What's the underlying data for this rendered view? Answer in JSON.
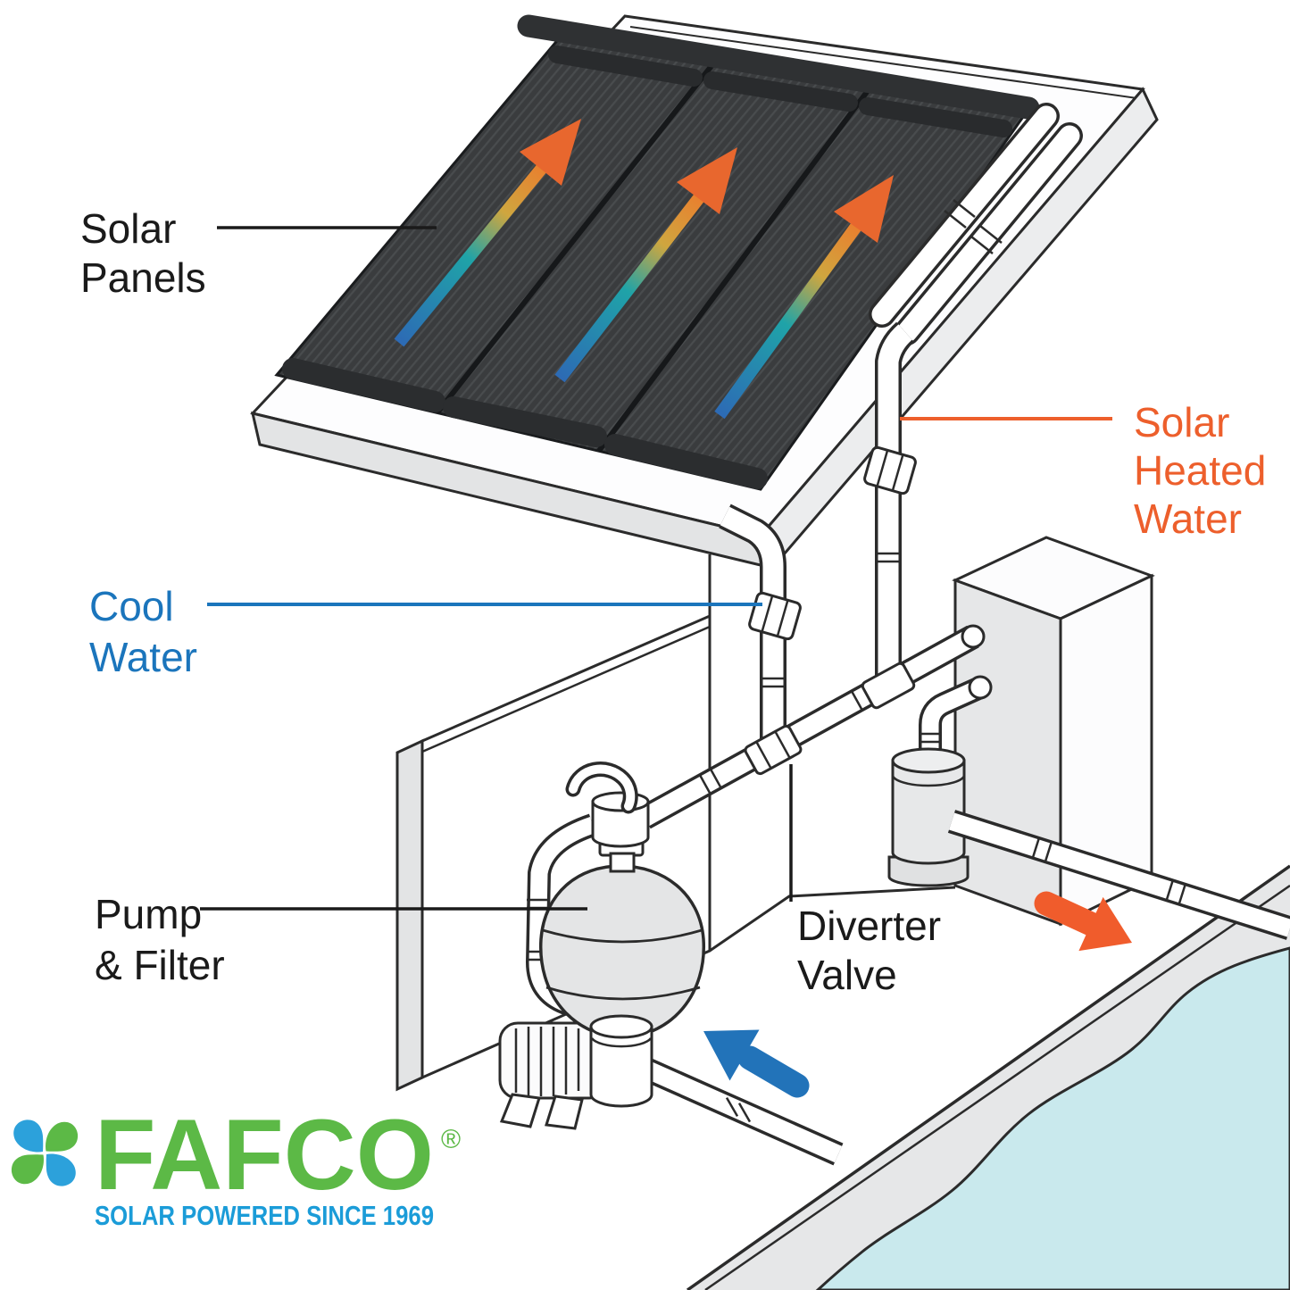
{
  "diagram": {
    "labels": {
      "solar_panels": {
        "line1": "Solar",
        "line2": "Panels"
      },
      "solar_heated_water": {
        "line1": "Solar",
        "line2": "Heated",
        "line3": "Water"
      },
      "cool_water": {
        "line1": "Cool",
        "line2": "Water"
      },
      "pump_filter": {
        "line1": "Pump",
        "line2": "& Filter"
      },
      "diverter_valve": {
        "line1": "Diverter",
        "line2": "Valve"
      }
    },
    "colors": {
      "label_text": "#1A1A1A",
      "cool_water_blue": "#1B75BC",
      "heated_water_orange": "#ED5F2C",
      "flow_arrow_blue": "#2273B9",
      "flow_arrow_orange": "#F05C2C",
      "panel_dark": "#3A3C3E",
      "pool_water": "#C9E9ED",
      "surface_gray": "#E6E7E8",
      "outline": "#2B2B2B",
      "panel_arrow_gradient": [
        "#2D6AB5",
        "#1FA3A8",
        "#CFA63F",
        "#E85E29"
      ]
    }
  },
  "logo": {
    "brand": "FAFCO",
    "registered_mark": "®",
    "tagline": "SOLAR POWERED SINCE 1969",
    "brand_green": "#5CB946",
    "tagline_blue": "#1B9CD8",
    "mark_blue": "#2CA1DB"
  }
}
